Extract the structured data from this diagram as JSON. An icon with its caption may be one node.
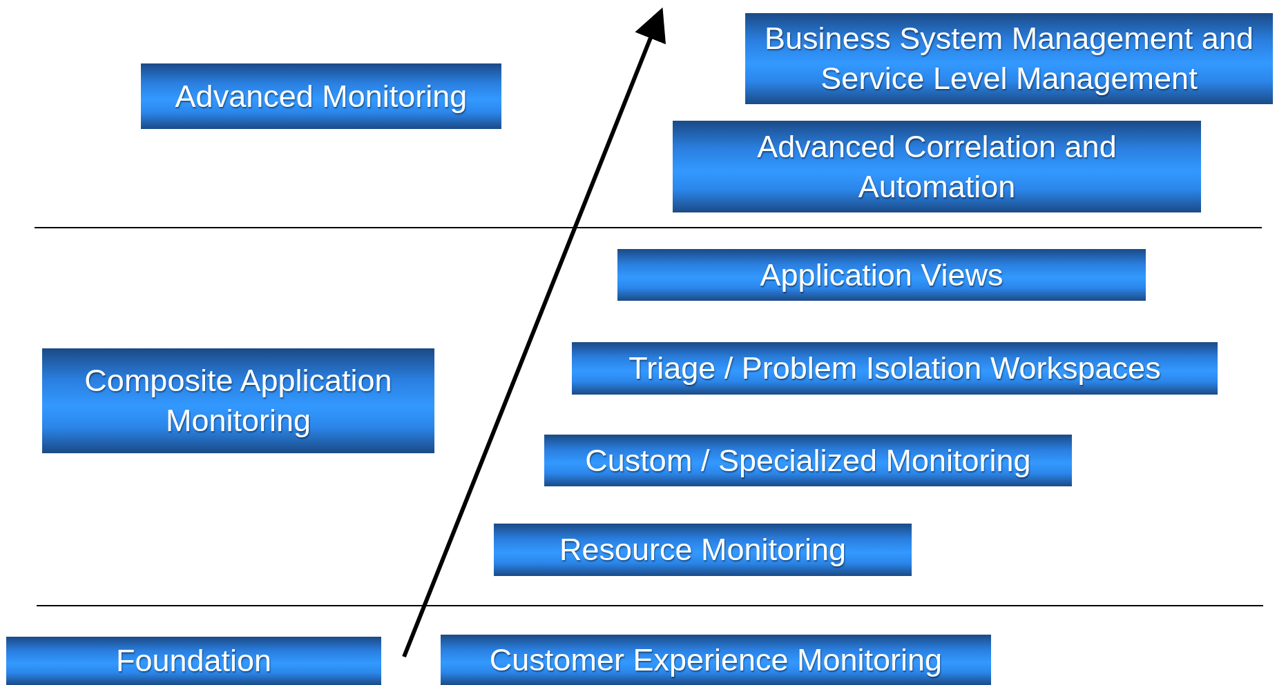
{
  "diagram": {
    "nodes": [
      {
        "text": [
          "Business System Management and Service Level Management"
        ]
      },
      {
        "text": [
          "Advanced Monitoring"
        ]
      },
      {
        "text": [
          "Advanced Correlation and Automation"
        ]
      },
      {
        "text": [
          "Application Views"
        ]
      },
      {
        "text": [
          "Triage / Problem Isolation Workspaces"
        ]
      },
      {
        "text": [
          "Composite Application Monitoring"
        ]
      },
      {
        "text": [
          "Custom / Specialized Monitoring"
        ]
      },
      {
        "text": [
          "Resource Monitoring"
        ]
      },
      {
        "text": [
          "Customer Experience Monitoring"
        ]
      },
      {
        "text": [
          "Foundation"
        ]
      }
    ]
  }
}
